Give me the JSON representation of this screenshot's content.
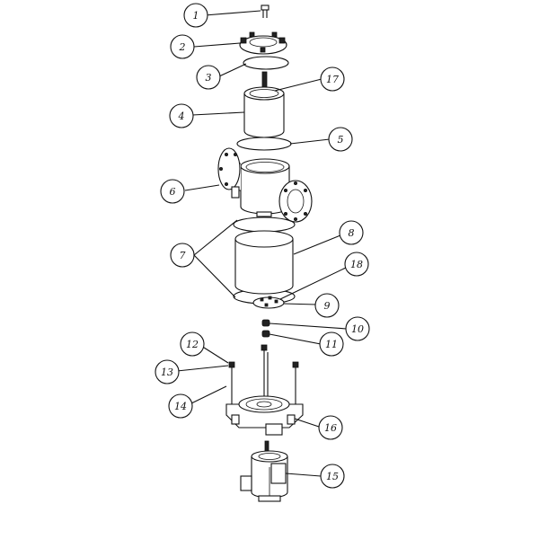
{
  "callouts": [
    "1",
    "2",
    "3",
    "17",
    "4",
    "5",
    "6",
    "7",
    "8",
    "18",
    "9",
    "10",
    "11",
    "12",
    "13",
    "14",
    "16",
    "15"
  ]
}
